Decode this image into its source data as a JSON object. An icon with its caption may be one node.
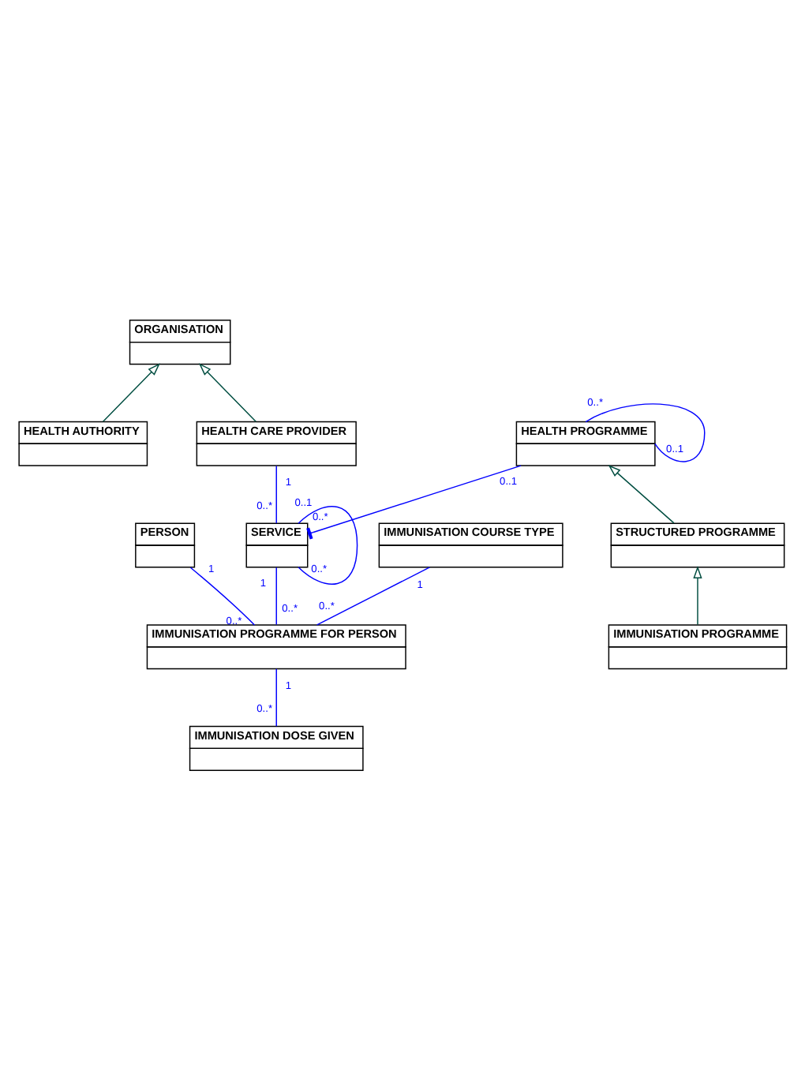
{
  "diagram": {
    "nodes": [
      {
        "text": [
          "ORGANISATION"
        ]
      },
      {
        "text": [
          "HEALTH AUTHORITY"
        ]
      },
      {
        "text": [
          "HEALTH CARE PROVIDER"
        ]
      },
      {
        "text": [
          "HEALTH PROGRAMME"
        ]
      },
      {
        "text": [
          "SERVICE"
        ]
      },
      {
        "text": [
          "PERSON"
        ]
      },
      {
        "text": [
          "IMMUNISATION COURSE TYPE"
        ]
      },
      {
        "text": [
          "STRUCTURED PROGRAMME"
        ]
      },
      {
        "text": [
          "IMMUNISATION PROGRAMME FOR PERSON"
        ]
      },
      {
        "text": [
          "IMMUNISATION PROGRAMME"
        ]
      },
      {
        "text": [
          "IMMUNISATION DOSE GIVEN"
        ]
      }
    ],
    "edges": [
      {
        "from": 2,
        "to": 0,
        "arrow": "to",
        "color": "#004d40"
      },
      {
        "from": 1,
        "to": 0,
        "arrow": "to",
        "color": "#004d40"
      },
      {
        "from": 3,
        "to": 3,
        "arrow": "none"
      },
      {
        "from": 2,
        "to": 4,
        "arrow": "none"
      },
      {
        "from": 3,
        "to": 4,
        "arrow": "other"
      },
      {
        "from": 4,
        "to": 4,
        "arrow": "none"
      },
      {
        "from": 7,
        "to": 3,
        "arrow": "to",
        "color": "#004d40"
      },
      {
        "from": 4,
        "to": 8,
        "arrow": "none"
      },
      {
        "from": 5,
        "to": 8,
        "arrow": "none"
      },
      {
        "from": 6,
        "to": 8,
        "arrow": "none"
      },
      {
        "from": 9,
        "to": 7,
        "arrow": "to",
        "color": "#004d40"
      },
      {
        "from": 8,
        "to": 10,
        "arrow": "none"
      }
    ],
    "labels": [
      "0..*",
      "0..1",
      "0..1",
      "1",
      "0..*",
      "0..*",
      "0..1",
      "1",
      "0..*",
      "1",
      "1",
      "0..*",
      "0..*",
      "0..*",
      "1",
      "0..*"
    ]
  }
}
